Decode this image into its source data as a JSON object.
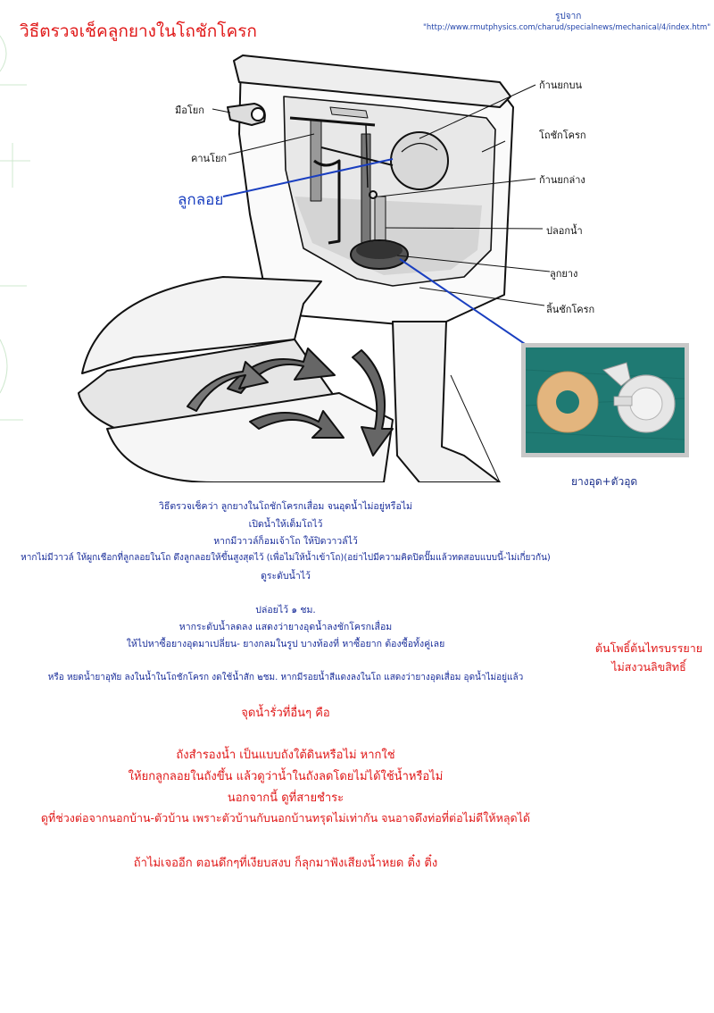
{
  "header": {
    "title": "วิธีตรวจเช็คลูกยางในโถชักโครก",
    "source_caption": "รูปจาก",
    "source_url": "\"http://www.rmutphysics.com/charud/specialnews/mechanical/4/index.htm\""
  },
  "diagram": {
    "labels": {
      "handle": "มือโยก",
      "lever_arm": "คานโยก",
      "float_ball": "ลูกลอย",
      "upper_lift_rod": "ก้านยกบน",
      "tank": "โถชักโครก",
      "lower_lift_rod": "ก้านยกล่าง",
      "overflow_tube": "ปลอกน้ำ",
      "flapper": "ลูกยาง",
      "tank_bottom": "ลิ้นชักโครก"
    },
    "colors": {
      "float_line": "#1a3fc0",
      "photo_line": "#1a3fc0"
    }
  },
  "photo": {
    "caption": "ยางอุด+ตัวอุด",
    "colors": {
      "frame": "#c8c8c8",
      "carpet": "#1f7a73",
      "gasket": "#e3b57e"
    }
  },
  "instructions": {
    "lines": [
      "วิธีตรวจเช็คว่า ลูกยางในโถชักโครกเสื่อม จนอุดน้ำไม่อยู่หรือไม่",
      "เปิดน้ำให้เต็มโถไว้",
      "หากมีวาวล์ก็อมเจ้าโถ ให้ปิดวาวล์ไว้",
      "หากไม่มีวาวล์ ให้ผูกเชือกที่ลูกลอยในโถ ดึงลูกลอยให้ขึ้นสูงสุดไว้ (เพื่อไม่ให้น้ำเข้าโถ)(อย่าไปมีความคิดปิดปั๊มแล้วทดสอบแบบนี้-ไม่เกี่ยวกัน)",
      "ดูระดับน้ำไว้",
      "ปล่อยไว้ ๑ ชม.",
      "หากระดับน้ำลดลง แสดงว่ายางอุดน้ำลงชักโครกเสื่อม",
      "ให้ไปหาซื้อยางอุดมาเปลี่ยน- ยางกลมในรูป บางท้องที่ หาซื้อยาก ต้องซื้อทั้งคู่เลย",
      "หรือ หยดน้ำยาอุทัย ลงในน้ำในโถชักโครก งดใช้น้ำสัก ๒ชม. หากมีรอยน้ำสีแดงลงในโถ แสดงว่ายางอุดเสื่อม อุดน้ำไม่อยู่แล้ว"
    ]
  },
  "credit": {
    "line1": "ต้นโพธิ์ต้นไทรบรรยาย",
    "line2": "ไม่สงวนลิขสิทธิ์"
  },
  "other_leaks": {
    "heading": "จุดน้ำรั่วที่อื่นๆ คือ",
    "lines": [
      "ถังสำรองน้ำ เป็นแบบถังใต้ดินหรือไม่ หากใช่",
      "ให้ยกลูกลอยในถังขึ้น แล้วดูว่าน้ำในถังลดโดยไม่ได้ใช้น้ำหรือไม่",
      "นอกจากนี้ ดูที่สายชำระ",
      "ดูที่ช่วงต่อจากนอกบ้าน-ตัวบ้าน เพราะตัวบ้านกับนอกบ้านทรุดไม่เท่ากัน จนอาจดึงท่อที่ต่อไม่ดีให้หลุดได้"
    ],
    "closing": "ถ้าไม่เจออีก ตอนดึกๆที่เงียบสงบ ก็ลุกมาฟังเสียงน้ำหยด ติ๋ง   ติ๋ง"
  }
}
